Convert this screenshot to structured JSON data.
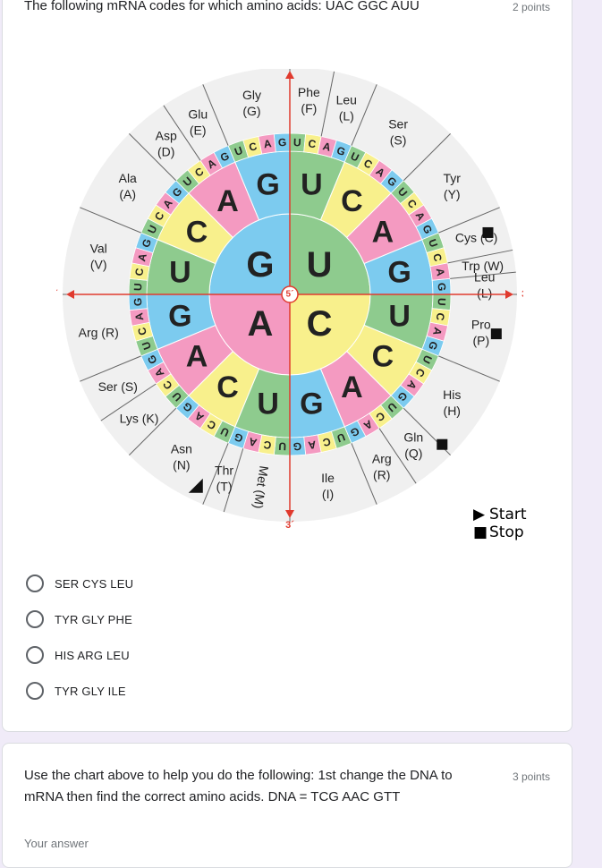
{
  "question1": {
    "title": "The following mRNA codes for which amino acids: UAC GGC AUU",
    "points": "2 points",
    "options": [
      "SER CYS LEU",
      "TYR GLY PHE",
      "HIS ARG LEU",
      "TYR GLY ILE"
    ]
  },
  "question2": {
    "title_line1": "Use the chart above to help you do the following: 1st change the DNA to",
    "title_line2": "mRNA then find the correct amino acids. DNA = TCG AAC GTT",
    "points": "3 points",
    "answer_placeholder": "Your answer"
  },
  "legend": {
    "start": "Start",
    "stop": "Stop",
    "start_glyph": "▶",
    "stop_glyph": "■"
  },
  "wheel": {
    "center_label": "5´",
    "end_label": "3´",
    "colors": {
      "U": "#8ecb8e",
      "C": "#f8f08c",
      "A": "#f49ac1",
      "G": "#7ccbef",
      "outer": "#f0f0f0",
      "axis": "#e03a2e"
    },
    "inner": [
      "U",
      "C",
      "A",
      "G"
    ],
    "middle": [
      "U",
      "C",
      "A",
      "G",
      "U",
      "C",
      "A",
      "G",
      "U",
      "C",
      "A",
      "G",
      "U",
      "C",
      "A",
      "G"
    ],
    "outer": [
      "U",
      "C",
      "A",
      "G",
      "U",
      "C",
      "A",
      "G",
      "U",
      "C",
      "A",
      "G",
      "U",
      "C",
      "A",
      "G",
      "U",
      "C",
      "A",
      "G",
      "U",
      "C",
      "A",
      "G",
      "U",
      "C",
      "A",
      "G",
      "U",
      "C",
      "A",
      "G",
      "U",
      "C",
      "A",
      "G",
      "U",
      "C",
      "A",
      "G",
      "U",
      "C",
      "A",
      "G",
      "U",
      "C",
      "A",
      "G",
      "U",
      "C",
      "A",
      "G",
      "U",
      "C",
      "A",
      "G",
      "U",
      "C",
      "A",
      "G",
      "U",
      "C",
      "A",
      "G"
    ],
    "aminos": [
      {
        "lines": [
          "Phe",
          "(F)"
        ]
      },
      {
        "lines": [
          "Leu",
          "(L)"
        ]
      },
      {
        "lines": [
          "Ser",
          "(S)"
        ]
      },
      {
        "lines": [
          "Tyr",
          "(Y)"
        ]
      },
      {
        "lines": [
          "Cys (C)"
        ]
      },
      {
        "lines": [
          "Trp (W)"
        ]
      },
      {
        "lines": [
          "Leu",
          "(L)"
        ]
      },
      {
        "lines": [
          "Pro",
          "(P)"
        ]
      },
      {
        "lines": [
          "His",
          "(H)"
        ]
      },
      {
        "lines": [
          "Gln",
          "(Q)"
        ]
      },
      {
        "lines": [
          "Arg",
          "(R)"
        ]
      },
      {
        "lines": [
          "Ile",
          "(I)"
        ]
      },
      {
        "lines": [
          "Met (M)"
        ]
      },
      {
        "lines": [
          "Thr",
          "(T)"
        ]
      },
      {
        "lines": [
          "Asn",
          "(N)"
        ]
      },
      {
        "lines": [
          "Lys (K)"
        ]
      },
      {
        "lines": [
          "Ser (S)"
        ]
      },
      {
        "lines": [
          "Arg (R)"
        ]
      },
      {
        "lines": [
          "Val",
          "(V)"
        ]
      },
      {
        "lines": [
          "Ala",
          "(A)"
        ]
      },
      {
        "lines": [
          "Asp",
          "(D)"
        ]
      },
      {
        "lines": [
          "Glu",
          "(E)"
        ]
      },
      {
        "lines": [
          "Gly",
          "(G)"
        ]
      }
    ]
  }
}
